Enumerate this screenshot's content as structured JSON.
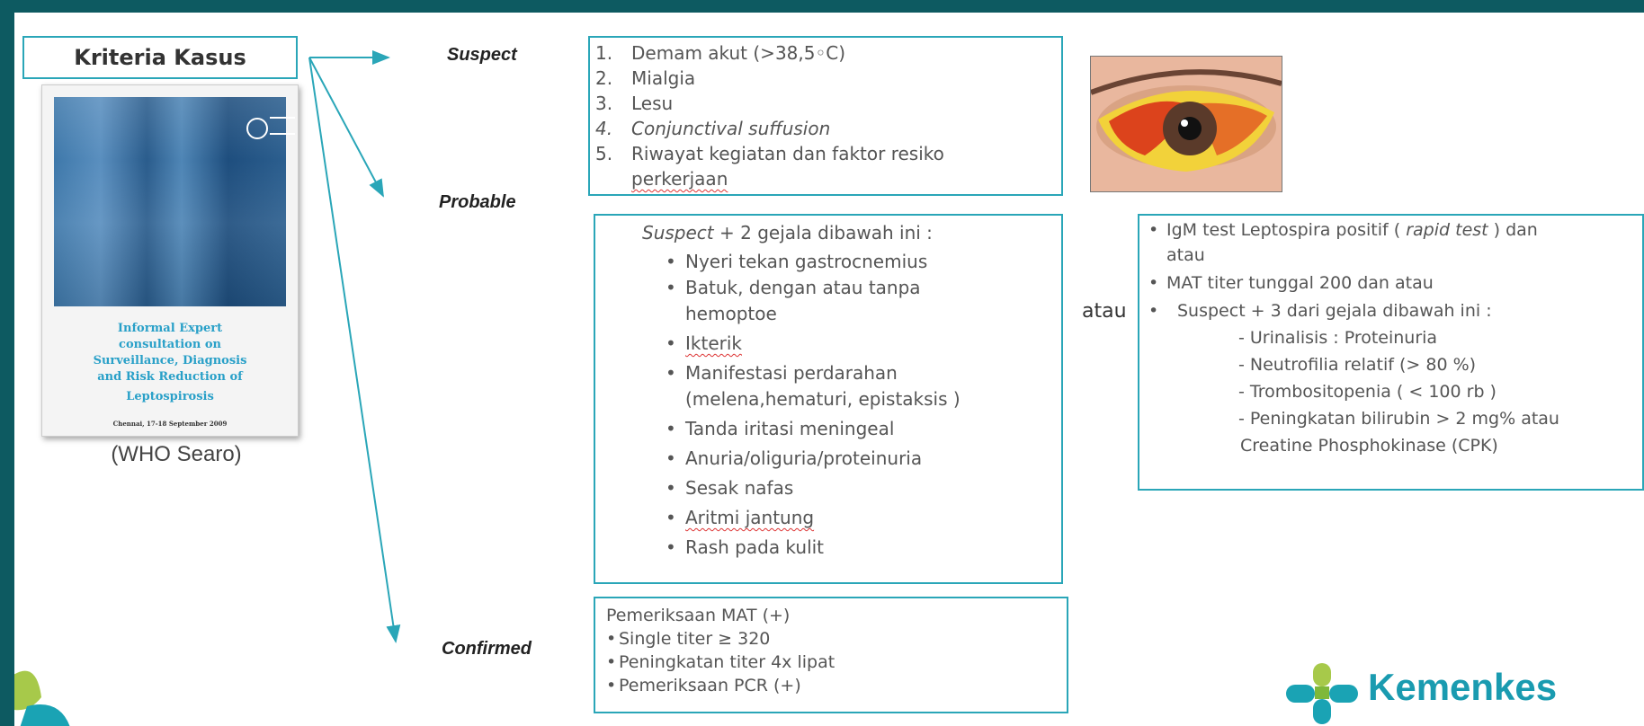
{
  "title_box": "Kriteria Kasus",
  "cover": {
    "title_lines": [
      "Informal Expert",
      "consultation on",
      "Surveillance, Diagnosis",
      "and Risk Reduction of",
      "Leptospirosis"
    ],
    "date": "Chennai, 17-18 September 2009"
  },
  "caption": "(WHO Searo)",
  "labels": {
    "suspect": "Suspect",
    "probable": "Probable",
    "confirmed": "Confirmed"
  },
  "suspect": {
    "items": [
      {
        "num": "1.",
        "text": "Demam akut (>38,5◦C)"
      },
      {
        "num": "2.",
        "text": "Mialgia"
      },
      {
        "num": "3.",
        "text": "Lesu"
      },
      {
        "num": "4.",
        "text": "Conjunctival suffusion"
      },
      {
        "num": "5.",
        "text": "Riwayat kegiatan dan faktor resiko"
      }
    ],
    "item5_cont": "perkerjaan"
  },
  "probable": {
    "intro_italic": "Suspect",
    "intro_rest": " + 2 gejala dibawah ini :",
    "items": [
      "Nyeri tekan gastrocnemius",
      "Batuk, dengan atau tanpa",
      "hemoptoe",
      "Ikterik",
      "Manifestasi perdarahan",
      "(melena,hematuri, epistaksis )",
      "Tanda iritasi meningeal",
      "Anuria/oliguria/proteinuria",
      "Sesak nafas",
      "Aritmi jantung",
      "Rash pada kulit"
    ]
  },
  "atau": "atau",
  "right": {
    "item1_pre": "IgM test Leptospira positif ( ",
    "item1_italic": "rapid test",
    "item1_post": " ) dan",
    "item1_cont": "atau",
    "item2": "MAT titer tunggal 200 dan atau",
    "item3": "Suspect + 3 dari gejala dibawah ini :",
    "subs": [
      "- Urinalisis : Proteinuria",
      "- Neutrofilia relatif (> 80 %)",
      "- Trombositopenia ( < 100 rb )",
      "- Peningkatan bilirubin > 2 mg% atau"
    ],
    "sub_cont": "Creatine Phosphokinase  (CPK)"
  },
  "confirmed": {
    "head": "Pemeriksaan MAT (+)",
    "items": [
      "Single titer ≥ 320",
      "Peningkatan titer 4x lipat",
      "Pemeriksaan PCR (+)"
    ]
  },
  "brand": "Kemenkes",
  "colors": {
    "teal_bg": "#0d5a61",
    "box_border": "#2aa6b8",
    "brand": "#1a9bb0"
  }
}
